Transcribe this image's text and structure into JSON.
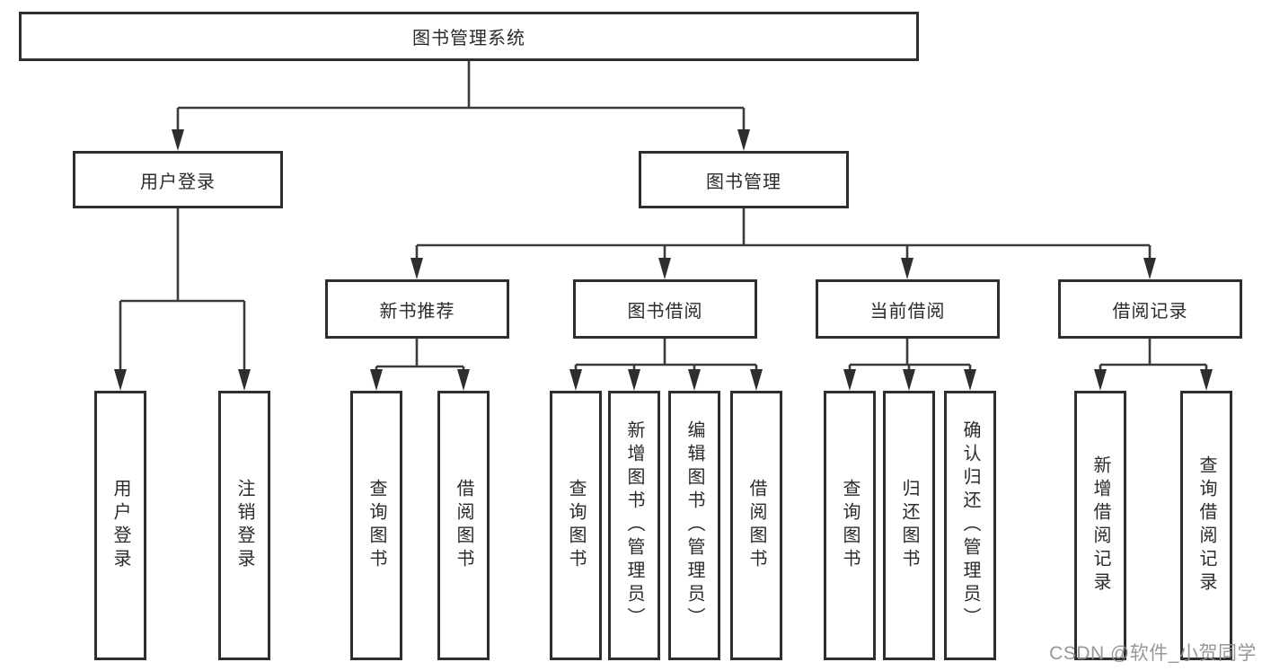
{
  "diagram": {
    "type": "hierarchy-tree",
    "line_color": "#3b3b3b",
    "box_border_color": "#2e2e2e",
    "box_fill_color": "#ffffff",
    "text_color": "#2b2b2b",
    "nodes": {
      "root": "图书管理系统",
      "userLogin": "用户登录",
      "bookMgmt": "图书管理",
      "newBookRec": "新书推荐",
      "bookBorrow": "图书借阅",
      "currentBorrow": "当前借阅",
      "borrowRecord": "借阅记录",
      "leafUserLogin": "用户登录",
      "leafLogout": "注销登录",
      "leafRecQuery": "查询图书",
      "leafRecBorrow": "借阅图书",
      "leafBorQuery": "查询图书",
      "leafBorAdd": "新增图书（管理员）",
      "leafBorEdit": "编辑图书（管理员）",
      "leafBorBorrow": "借阅图书",
      "leafCurQuery": "查询图书",
      "leafCurReturn": "归还图书",
      "leafCurConfirm": "确认归还（管理员）",
      "leafRecordAdd": "新增借阅记录",
      "leafRecordQuery": "查询借阅记录"
    },
    "edges": [
      {
        "from": "root",
        "to": [
          "userLogin",
          "bookMgmt"
        ]
      },
      {
        "from": "userLogin",
        "to": [
          "leafUserLogin",
          "leafLogout"
        ]
      },
      {
        "from": "bookMgmt",
        "to": [
          "newBookRec",
          "bookBorrow",
          "currentBorrow",
          "borrowRecord"
        ]
      },
      {
        "from": "newBookRec",
        "to": [
          "leafRecQuery",
          "leafRecBorrow"
        ]
      },
      {
        "from": "bookBorrow",
        "to": [
          "leafBorQuery",
          "leafBorAdd",
          "leafBorEdit",
          "leafBorBorrow"
        ]
      },
      {
        "from": "currentBorrow",
        "to": [
          "leafCurQuery",
          "leafCurReturn",
          "leafCurConfirm"
        ]
      },
      {
        "from": "borrowRecord",
        "to": [
          "leafRecordAdd",
          "leafRecordQuery"
        ]
      }
    ],
    "watermark": "CSDN @软件_小贺同学"
  }
}
